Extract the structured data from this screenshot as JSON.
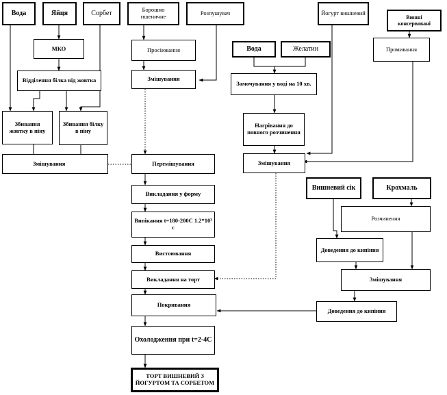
{
  "ingredients": {
    "water1": "Вода",
    "eggs": "Яйця",
    "sorbet": "Сорбет",
    "flour": "Борошно пшеничне",
    "leavening": "Розпушувач",
    "water2": "Вода",
    "gelatin": "Желатин",
    "yogurt": "Йогурт вишневий",
    "canned_cherries": "Вишні консервовані",
    "cherry_juice": "Вишневий сік",
    "starch": "Крохмаль"
  },
  "steps": {
    "mko": "МКО",
    "separate": "Відділення білка від жовтка",
    "whip_yolk": "Збивання жовтку в піну",
    "whip_white": "Збивання білку в піну",
    "mix_left": "Змішування",
    "sift": "Просіювання",
    "mix_flour": "Змішування",
    "final_mix": "Перемішування",
    "soak": "Замочування у воді на 10 хв.",
    "heat": "Нагрівання до повного розчинення",
    "mix_gel": "Змішування",
    "wash": "Промивання",
    "mold": "Викладання у форму",
    "bake": "Випікання t=180-200С 1.2*10³ с",
    "cool_down": "Вистоювання",
    "lay_cake": "Викладання на торт",
    "dissolve": "Розчинення",
    "boil1": "Доведення до кипіння",
    "mix_sauce": "Змішування",
    "boil2": "Доведення до кипіння",
    "cover": "Покривання",
    "chill": "Охолодження при t=2-4С",
    "final": "ТОРТ ВИШНЕВИЙ З ЙОГУРТОМ ТА СОРБЕТОМ"
  }
}
